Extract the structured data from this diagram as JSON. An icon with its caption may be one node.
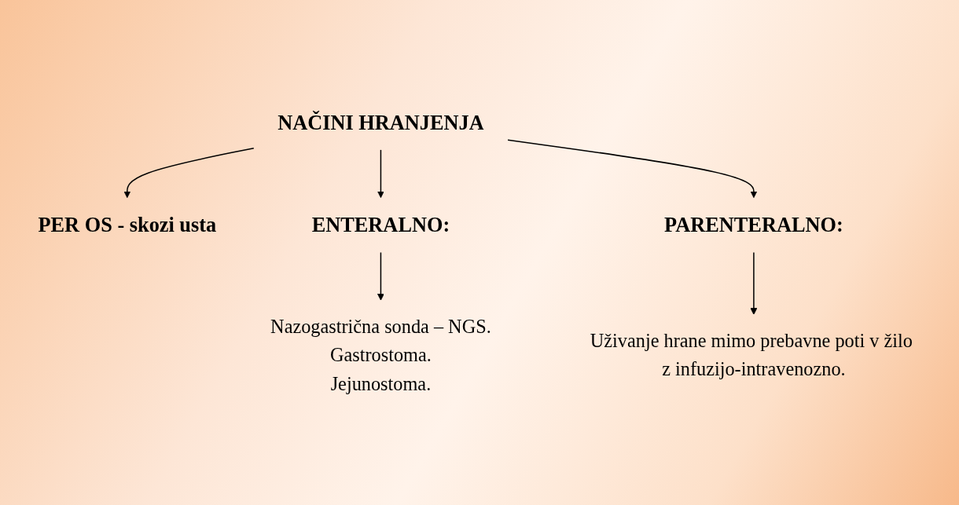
{
  "diagram": {
    "nodes": [
      {
        "text": [
          "NAČINI HRANJENJA"
        ]
      },
      {
        "text": [
          "PER OS - skozi usta"
        ]
      },
      {
        "text": [
          "ENTERALNO:"
        ]
      },
      {
        "text": [
          "PARENTERALNO:"
        ]
      },
      {
        "text": [
          "Nazogastrična sonda – NGS.",
          "Gastrostoma.",
          "Jejunostoma."
        ]
      },
      {
        "text": [
          "Uživanje hrane mimo prebavne poti v žilo z infuzijo-intravenozno."
        ]
      }
    ],
    "edges": [
      {
        "from": 0,
        "to": 1,
        "arrow": "to"
      },
      {
        "from": 0,
        "to": 2,
        "arrow": "to"
      },
      {
        "from": 0,
        "to": 3,
        "arrow": "to"
      },
      {
        "from": 2,
        "to": 4,
        "arrow": "to"
      },
      {
        "from": 3,
        "to": 5,
        "arrow": "to"
      }
    ]
  }
}
